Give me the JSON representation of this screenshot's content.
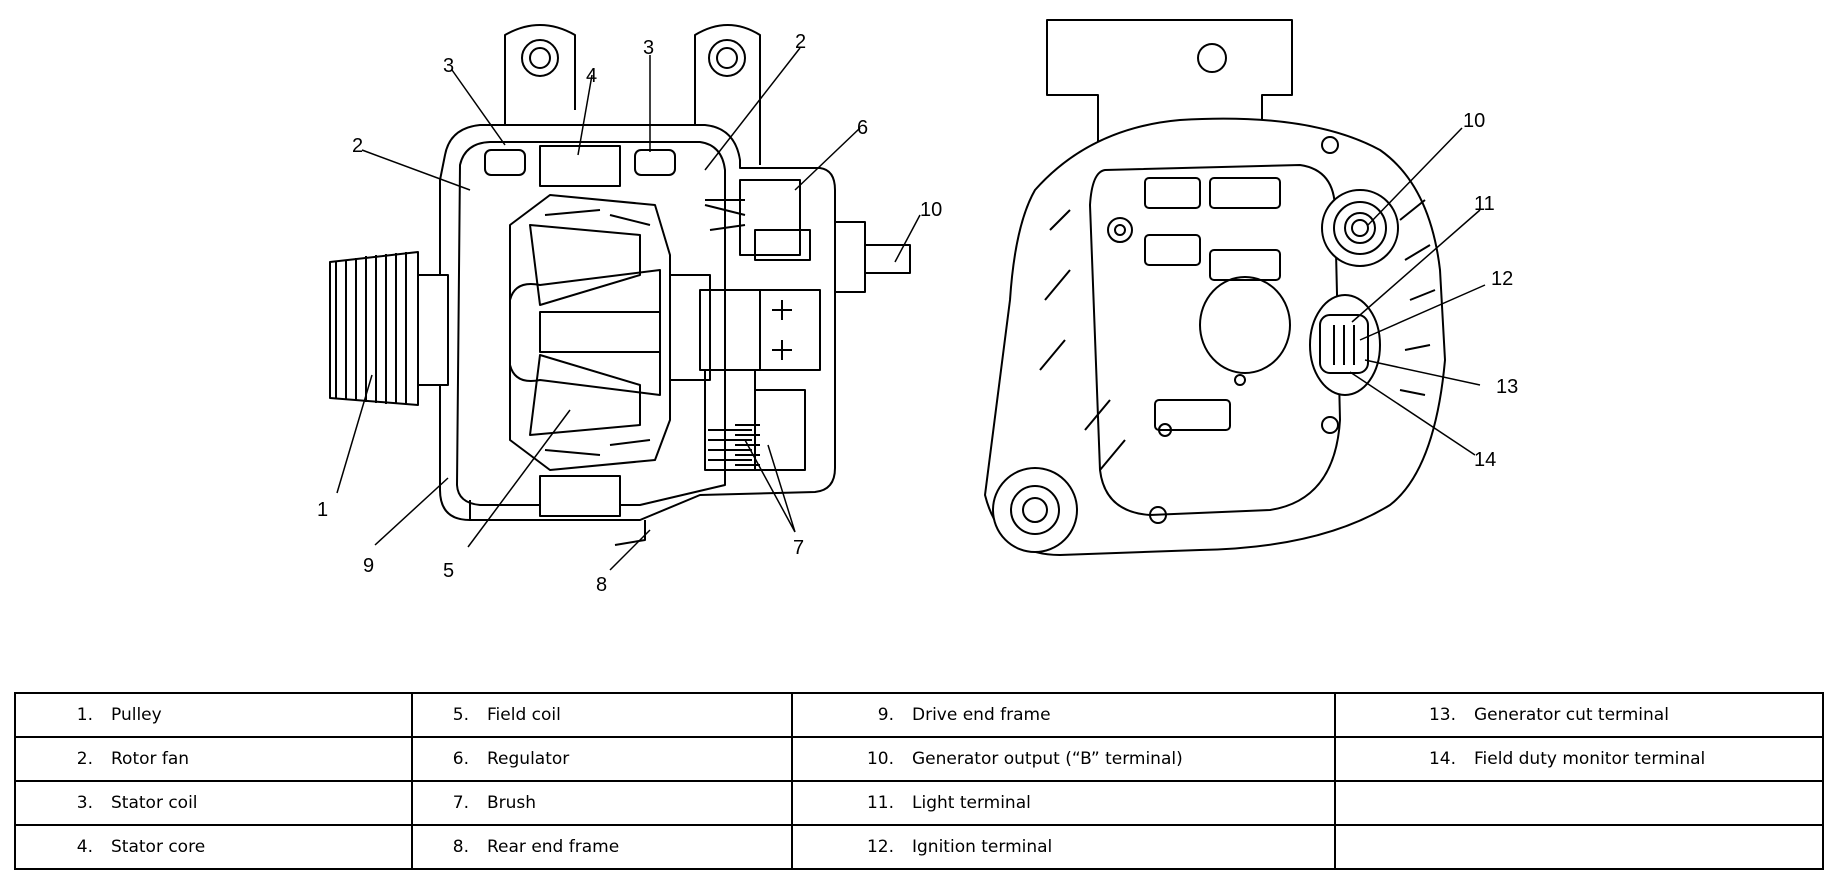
{
  "diagram": {
    "left_callouts": [
      "1",
      "2",
      "2",
      "3",
      "3",
      "4",
      "5",
      "6",
      "7",
      "8",
      "9",
      "10"
    ],
    "right_callouts": [
      "10",
      "11",
      "12",
      "13",
      "14"
    ]
  },
  "legend": {
    "rows": [
      [
        {
          "num": "1.",
          "label": "Pulley"
        },
        {
          "num": "5.",
          "label": "Field coil"
        },
        {
          "num": "9.",
          "label": "Drive end frame"
        },
        {
          "num": "13.",
          "label": "Generator cut terminal"
        }
      ],
      [
        {
          "num": "2.",
          "label": "Rotor fan"
        },
        {
          "num": "6.",
          "label": "Regulator"
        },
        {
          "num": "10.",
          "label": "Generator output (“B” terminal)"
        },
        {
          "num": "14.",
          "label": "Field duty monitor terminal"
        }
      ],
      [
        {
          "num": "3.",
          "label": "Stator coil"
        },
        {
          "num": "7.",
          "label": "Brush"
        },
        {
          "num": "11.",
          "label": "Light terminal"
        },
        {
          "num": "",
          "label": ""
        }
      ],
      [
        {
          "num": "4.",
          "label": "Stator core"
        },
        {
          "num": "8.",
          "label": "Rear end frame"
        },
        {
          "num": "12.",
          "label": "Ignition terminal"
        },
        {
          "num": "",
          "label": ""
        }
      ]
    ]
  }
}
